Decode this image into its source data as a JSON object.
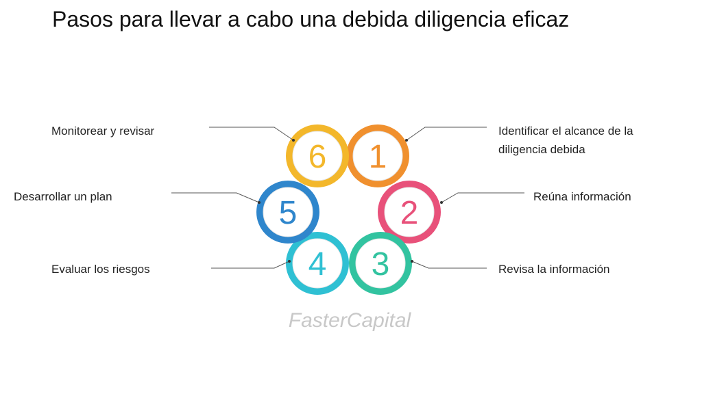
{
  "title": "Pasos para llevar a cabo una debida diligencia eficaz",
  "watermark": "FasterCapital",
  "steps": [
    {
      "number": "1",
      "label": "Identificar el alcance de la diligencia debida",
      "color": "#f0902e"
    },
    {
      "number": "2",
      "label": "Reúna información",
      "color": "#e8517a"
    },
    {
      "number": "3",
      "label": "Revisa la información",
      "color": "#32c3a0"
    },
    {
      "number": "4",
      "label": "Evaluar los riesgos",
      "color": "#2fc0d3"
    },
    {
      "number": "5",
      "label": "Desarrollar un plan",
      "color": "#2f86cc"
    },
    {
      "number": "6",
      "label": "Monitorear y revisar",
      "color": "#f3b72b"
    }
  ]
}
